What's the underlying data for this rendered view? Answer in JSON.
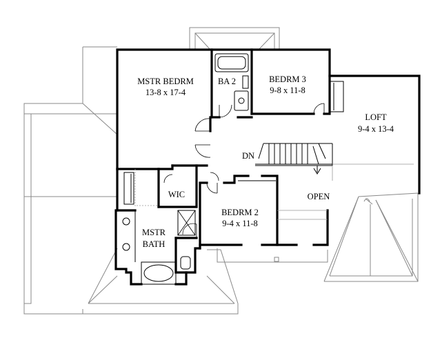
{
  "rooms": {
    "master_bedroom": {
      "name": "MSTR BEDRM",
      "size": "13-8 x 17-4"
    },
    "bath2": {
      "name": "BA 2"
    },
    "bedroom3": {
      "name": "BEDRM 3",
      "size": "9-8 x 11-8"
    },
    "loft": {
      "name": "LOFT",
      "size": "9-4 x 13-4"
    },
    "stairs": {
      "label": "DN"
    },
    "wic": {
      "name": "WIC"
    },
    "bedroom2": {
      "name": "BEDRM 2",
      "size": "9-4 x 11-8"
    },
    "open": {
      "name": "OPEN"
    },
    "master_bath": {
      "name": "MSTR",
      "name2": "BATH"
    }
  }
}
